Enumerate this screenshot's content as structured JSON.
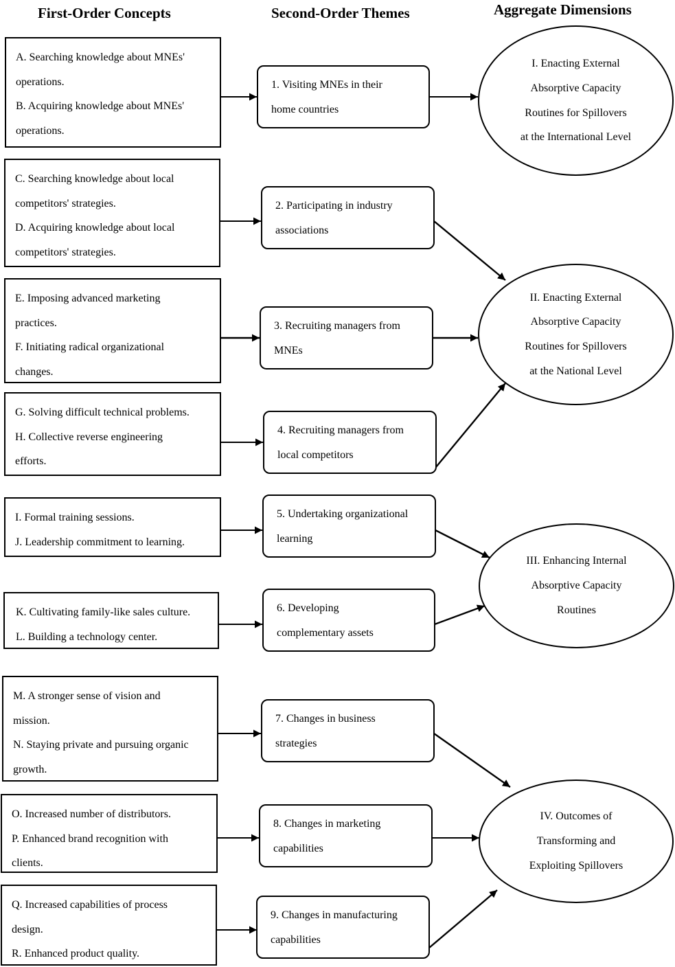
{
  "headers": {
    "first_order": "First-Order Concepts",
    "second_order": "Second-Order Themes",
    "aggregate": "Aggregate Dimensions"
  },
  "concepts": [
    {
      "lines": [
        "A. Searching knowledge about MNEs'",
        "operations.",
        "B. Acquiring knowledge about MNEs'",
        "operations."
      ]
    },
    {
      "lines": [
        "C. Searching knowledge  about local",
        "competitors' strategies.",
        "D. Acquiring knowledge about local",
        "competitors' strategies."
      ]
    },
    {
      "lines": [
        "E. Imposing advanced marketing",
        "practices.",
        "F. Initiating radical organizational",
        "changes."
      ]
    },
    {
      "lines": [
        "G. Solving difficult technical problems.",
        "H. Collective reverse engineering",
        "efforts."
      ]
    },
    {
      "lines": [
        "I. Formal training sessions.",
        "J. Leadership commitment to learning."
      ]
    },
    {
      "lines": [
        "K. Cultivating family-like sales culture.",
        "L. Building a technology center."
      ]
    },
    {
      "lines": [
        "M. A stronger sense of vision and",
        "mission.",
        "N. Staying private and pursuing organic",
        "growth."
      ]
    },
    {
      "lines": [
        "O. Increased number of distributors.",
        "P. Enhanced brand recognition with",
        "clients."
      ]
    },
    {
      "lines": [
        "Q. Increased capabilities of process",
        "design.",
        "R. Enhanced product quality."
      ]
    }
  ],
  "themes": [
    {
      "lines": [
        "1. Visiting MNEs in their",
        "home countries"
      ]
    },
    {
      "lines": [
        "2. Participating in industry",
        "associations"
      ]
    },
    {
      "lines": [
        "3. Recruiting managers from",
        "MNEs"
      ]
    },
    {
      "lines": [
        "4. Recruiting managers from",
        "local competitors"
      ]
    },
    {
      "lines": [
        "5. Undertaking organizational",
        "learning"
      ]
    },
    {
      "lines": [
        "6. Developing",
        "complementary assets"
      ]
    },
    {
      "lines": [
        "7. Changes in business",
        "strategies"
      ]
    },
    {
      "lines": [
        "8. Changes in marketing",
        "capabilities"
      ]
    },
    {
      "lines": [
        "9. Changes in manufacturing",
        "capabilities"
      ]
    }
  ],
  "dimensions": [
    {
      "lines": [
        "I. Enacting External",
        "Absorptive Capacity",
        "Routines for Spillovers",
        "at the International Level"
      ]
    },
    {
      "lines": [
        "II. Enacting External",
        "Absorptive Capacity",
        "Routines for Spillovers",
        "at the National Level"
      ]
    },
    {
      "lines": [
        "III. Enhancing Internal",
        "Absorptive Capacity",
        "Routines"
      ]
    },
    {
      "lines": [
        "IV. Outcomes of",
        "Transforming and",
        "Exploiting Spillovers"
      ]
    }
  ]
}
